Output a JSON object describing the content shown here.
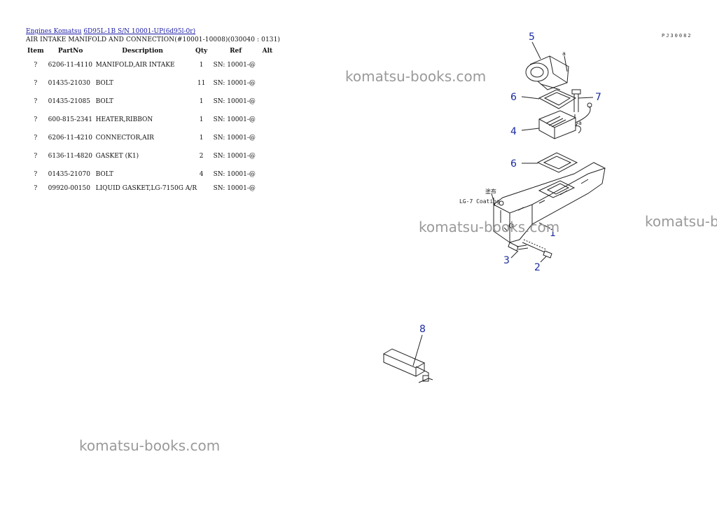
{
  "breadcrumb": {
    "link1": "Engines Komatsu",
    "link2": "6D95L-1B S/N 10001-UP(6d95l-0r)"
  },
  "page_title": "AIR INTAKE MANIFOLD AND CONNECTION(#10001-10008)(030040 : 0131)",
  "table": {
    "headers": {
      "item": "Item",
      "part": "PartNo",
      "desc": "Description",
      "qty": "Qty",
      "ref": "Ref",
      "alt": "Alt"
    },
    "rows": [
      {
        "item": "?",
        "part": "6206-11-4110",
        "desc": "MANIFOLD,AIR INTAKE",
        "qty": "1",
        "ref": "SN: 10001-@",
        "alt": ""
      },
      {
        "item": "?",
        "part": "01435-21030",
        "desc": "BOLT",
        "qty": "11",
        "ref": "SN: 10001-@",
        "alt": ""
      },
      {
        "item": "?",
        "part": "01435-21085",
        "desc": "BOLT",
        "qty": "1",
        "ref": "SN: 10001-@",
        "alt": ""
      },
      {
        "item": "?",
        "part": "600-815-2341",
        "desc": "HEATER,RIBBON",
        "qty": "1",
        "ref": "SN: 10001-@",
        "alt": ""
      },
      {
        "item": "?",
        "part": "6206-11-4210",
        "desc": "CONNECTOR,AIR",
        "qty": "1",
        "ref": "SN: 10001-@",
        "alt": ""
      },
      {
        "item": "?",
        "part": "6136-11-4820",
        "desc": "GASKET (K1)",
        "qty": "2",
        "ref": "SN: 10001-@",
        "alt": ""
      },
      {
        "item": "?",
        "part": "01435-21070",
        "desc": "BOLT",
        "qty": "4",
        "ref": "SN: 10001-@",
        "alt": ""
      },
      {
        "item": "?",
        "part": "09920-00150",
        "desc": "LIQUID GASKET,LG-7",
        "qty": "A/R",
        "ref": "SN: 10001-@",
        "alt": "",
        "desc_suffix": "150G"
      }
    ]
  },
  "watermark": "komatsu-books.com",
  "diagram": {
    "code": "PJ30082",
    "callouts": [
      "5",
      "6",
      "7",
      "4",
      "6",
      "1",
      "3",
      "2",
      "8"
    ],
    "letter_a": "a",
    "note_line1": "塗布",
    "note_line2": "LG-7 Coating"
  }
}
